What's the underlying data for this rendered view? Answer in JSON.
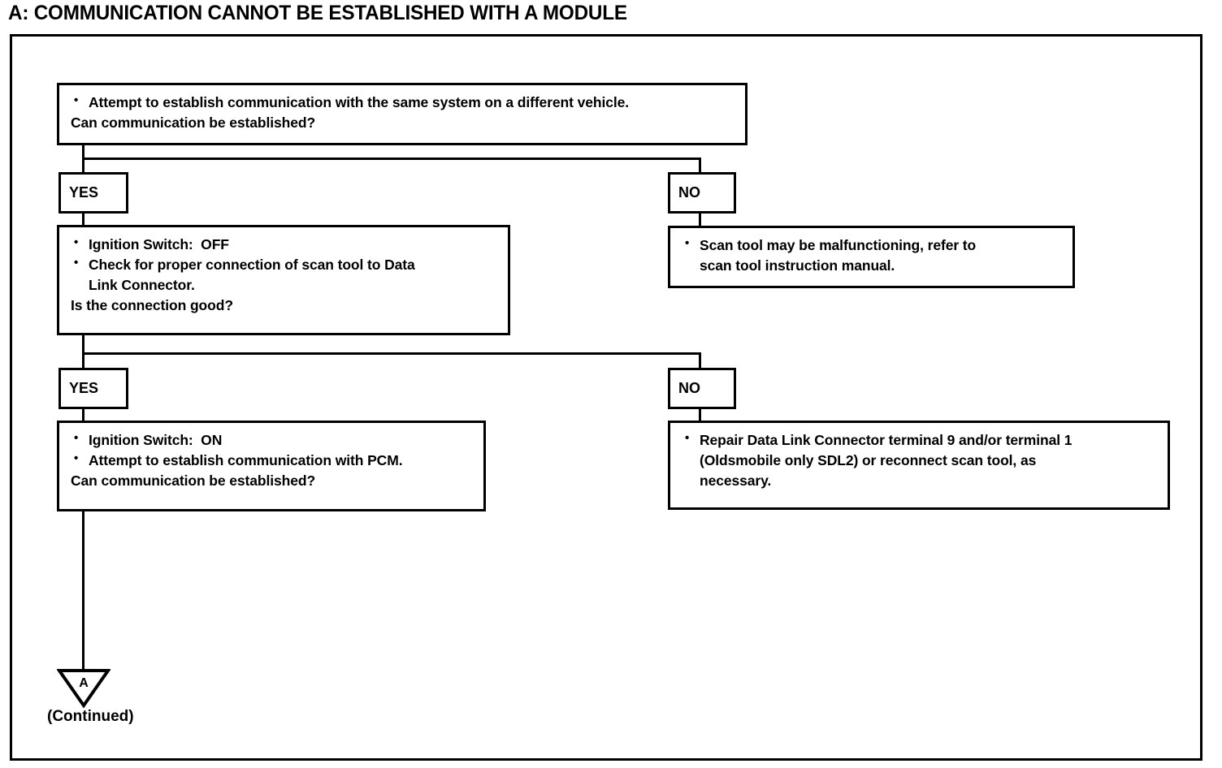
{
  "title": "A:  COMMUNICATION CANNOT BE ESTABLISHED WITH A MODULE",
  "flowchart": {
    "type": "diagnostic-flowchart",
    "nodes": {
      "step1": {
        "bullets": [
          "Attempt to establish communication with the same system on a different vehicle."
        ],
        "question": "Can communication be established?"
      },
      "branch1_yes": "YES",
      "branch1_no": "NO",
      "step2_yes": {
        "bullets": [
          "Ignition Switch:  OFF",
          "Check for proper connection of scan tool to Data\nLink Connector."
        ],
        "question": "Is the connection good?"
      },
      "step2_no": {
        "bullets": [
          "Scan tool may be malfunctioning, refer to\nscan tool instruction manual."
        ],
        "question": ""
      },
      "branch2_yes": "YES",
      "branch2_no": "NO",
      "step3_yes": {
        "bullets": [
          "Ignition Switch:  ON",
          "Attempt to establish communication with PCM."
        ],
        "question": "Can communication be established?"
      },
      "step3_no": {
        "bullets": [
          "Repair Data Link Connector terminal 9 and/or terminal 1\n(Oldsmobile only SDL2) or reconnect scan tool, as\nnecessary."
        ],
        "question": ""
      },
      "connector": {
        "label": "A",
        "caption": "(Continued)"
      }
    },
    "colors": {
      "line": "#000000",
      "background": "#ffffff",
      "text": "#000000"
    }
  }
}
